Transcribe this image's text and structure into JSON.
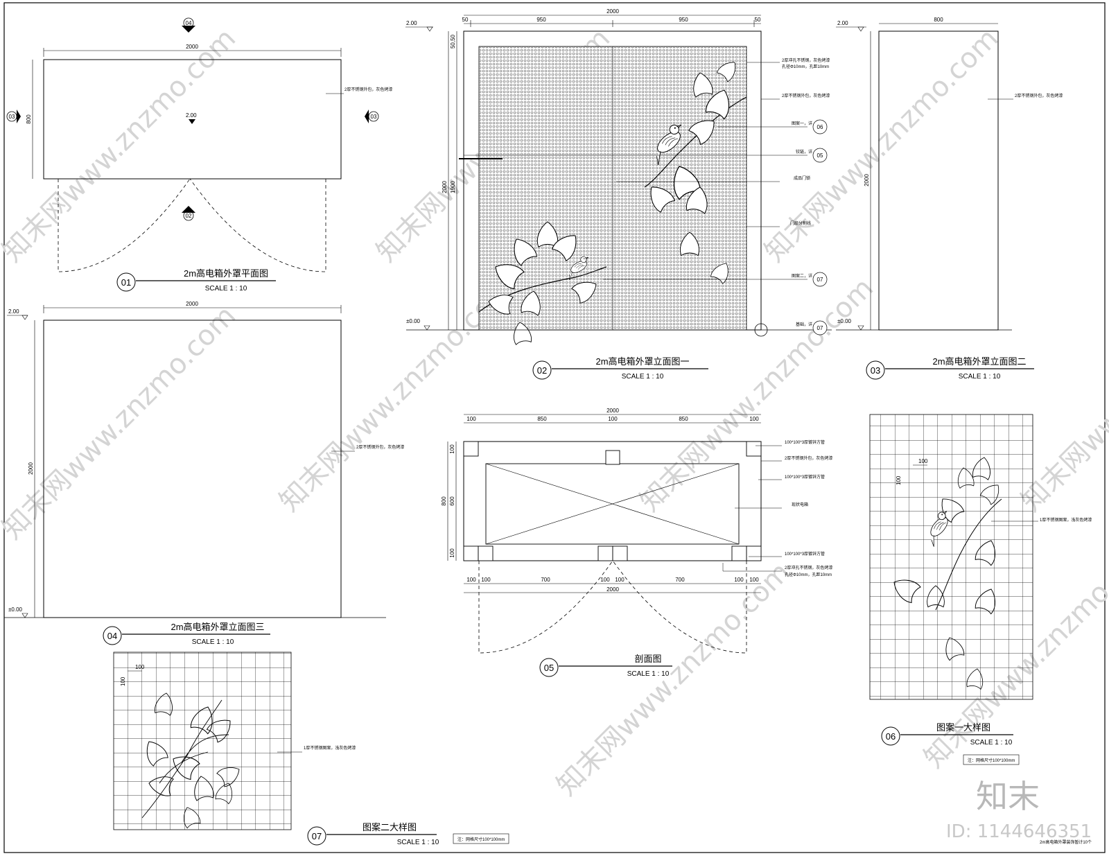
{
  "views": {
    "v01": {
      "number": "01",
      "title": "2m高电箱外罩平面图",
      "scale": "SCALE 1 : 10"
    },
    "v02": {
      "number": "02",
      "title": "2m高电箱外罩立面图一",
      "scale": "SCALE 1 : 10"
    },
    "v03": {
      "number": "03",
      "title": "2m高电箱外罩立面图二",
      "scale": "SCALE 1 : 10"
    },
    "v04": {
      "number": "04",
      "title": "2m高电箱外罩立面图三",
      "scale": "SCALE 1 : 10"
    },
    "v05": {
      "number": "05",
      "title": "剖面图",
      "scale": "SCALE 1 : 10"
    },
    "v06": {
      "number": "06",
      "title": "图案一大样图",
      "scale": "SCALE 1 : 10"
    },
    "v07": {
      "number": "07",
      "title": "图案二大样图",
      "scale": "SCALE 1 : 10"
    }
  },
  "plan": {
    "width": "2000",
    "depth": "800",
    "elev": "2.00",
    "sec_top": "04",
    "sec_left": "03",
    "sec_right": "03",
    "sec_door": "02",
    "note": "2厚不锈钢外包，灰色烤漆"
  },
  "elev1": {
    "top_level": "2.00",
    "ground": "±0.00",
    "total": "2000",
    "left": "950",
    "right": "950",
    "edge_l": "50",
    "edge_r": "50",
    "h_total": "2000",
    "h_door": "1900",
    "h_top": "50,50",
    "notes": [
      "2厚冲孔不锈钢，灰色烤漆",
      "孔径Φ10mm，孔距10mm",
      "2厚不锈钢外包，灰色烤漆",
      "图案一，详",
      "铰链，详",
      "成品门锁",
      "门扇分割线",
      "图案二，详",
      "基础，详"
    ],
    "tags": [
      "06",
      "05",
      "07",
      "07"
    ]
  },
  "elev2": {
    "top_level": "2.00",
    "ground": "±0.00",
    "width": "800",
    "height": "2000",
    "note": "2厚不锈钢外包，灰色烤漆"
  },
  "elev3": {
    "top_level": "2.00",
    "ground": "±0.00",
    "width": "2000",
    "height": "2000",
    "note": "2厚不锈钢外包，灰色烤漆"
  },
  "section": {
    "top_total": "2000",
    "top_a": "100",
    "top_b": "850",
    "top_c": "100",
    "top_d": "850",
    "top_e": "100",
    "bot_a": "100",
    "bot_b": "100",
    "bot_c": "700",
    "bot_d": "100",
    "bot_e": "100",
    "bot_f": "700",
    "bot_g": "100",
    "bot_h": "100",
    "bot_total": "2000",
    "h_total": "800",
    "h_inner": "600",
    "h_top": "100",
    "h_bot": "100",
    "notes": [
      "100*100*3厚镀锌方管",
      "2厚不锈钢外包，灰色烤漆",
      "100*100*3厚镀锌方管",
      "现状电箱",
      "100*100*3厚镀锌方管",
      "2厚冲孔不锈钢，灰色烤漆",
      "孔径Φ10mm，孔距10mm"
    ]
  },
  "pattern1": {
    "grid": "100",
    "note": "1厚不锈钢图案，浅灰色烤漆",
    "remark": "注：网格尺寸100*100mm"
  },
  "pattern2": {
    "grid": "100",
    "note": "1厚不锈钢图案，浅灰色烤漆",
    "remark": "注：网格尺寸100*100mm"
  },
  "footer": {
    "count_note": "2m高电箱外罩装饰暂计10个"
  },
  "watermark": {
    "site": "知末网www.znzmo.com",
    "brand": "知末",
    "id": "ID: 1144646351"
  }
}
